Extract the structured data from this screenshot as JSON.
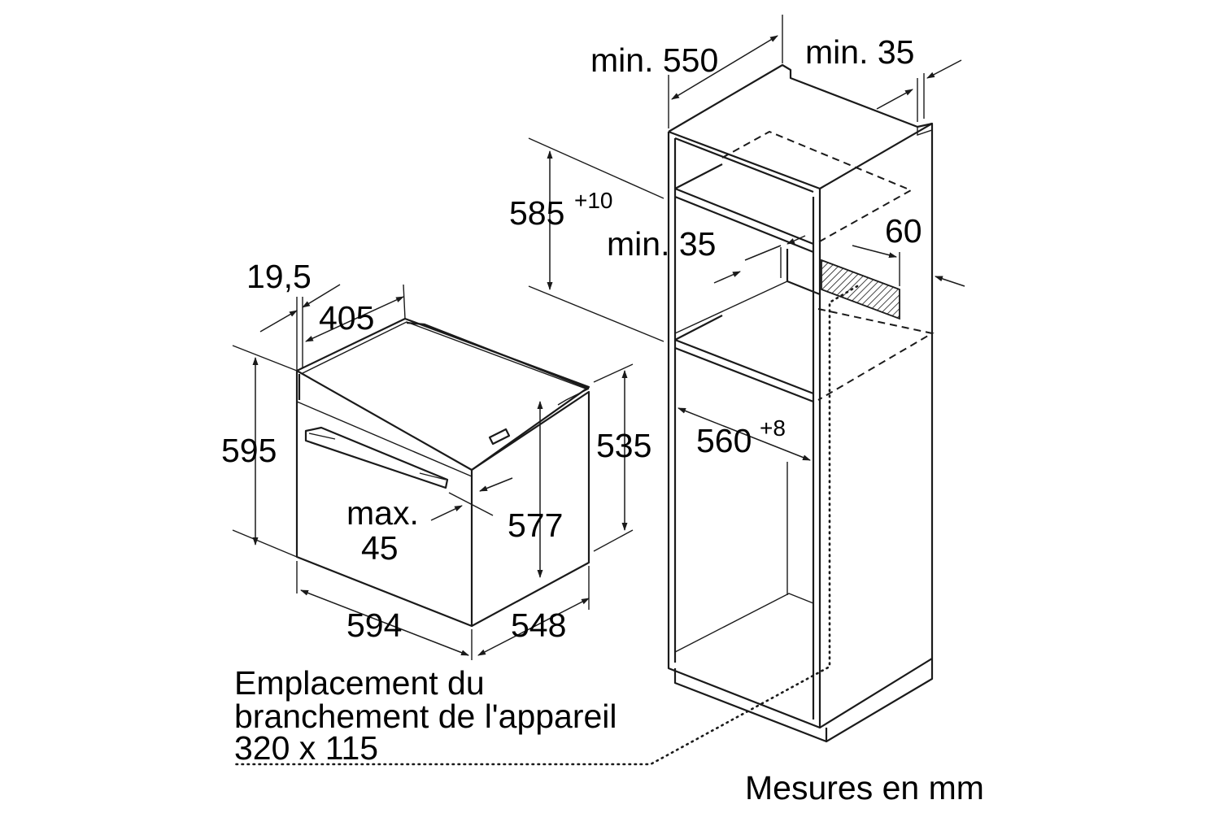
{
  "oven": {
    "offset": "19,5",
    "top_depth": "405",
    "height": "595",
    "inner_height": "577",
    "rear_height": "535",
    "handle_label": "max.",
    "handle_value": "45",
    "width": "594",
    "depth": "548"
  },
  "cabinet": {
    "depth": "min. 550",
    "rear_gap": "min. 35",
    "niche_height": "585",
    "niche_height_tol": "+10",
    "vent_gap": "min. 35",
    "vent_depth": "60",
    "niche_width": "560",
    "niche_width_tol": "+8"
  },
  "connection_note": {
    "line1": "Emplacement du",
    "line2": "branchement de l'appareil",
    "line3": "320 x 115"
  },
  "units_note": "Mesures en mm",
  "colors": {
    "stroke": "#1a1a1a",
    "background": "#ffffff"
  }
}
